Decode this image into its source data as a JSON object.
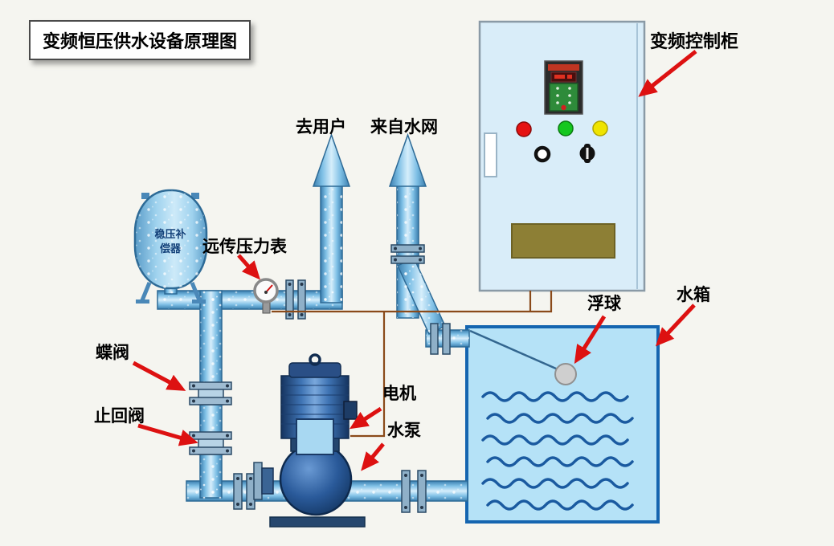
{
  "title_box": {
    "text": "变频恒压供水设备原理图"
  },
  "labels": {
    "to_users": "去用户",
    "from_network": "来自水网",
    "control_cabinet": "变频控制柜",
    "pressure_gauge": "远传压力表",
    "butterfly_valve": "蝶阀",
    "check_valve": "止回阀",
    "motor": "电机",
    "pump": "水泵",
    "float_ball": "浮球",
    "water_tank": "水箱"
  },
  "pressure_vessel": {
    "label_line1": "稳压补",
    "label_line2": "偿器"
  },
  "control_cabinet": {
    "indicator_lights": [
      {
        "name": "red",
        "color": "#e51212"
      },
      {
        "name": "green",
        "color": "#15c71f"
      },
      {
        "name": "yellow",
        "color": "#efe400"
      }
    ]
  },
  "colors": {
    "pipe_blue": "#5fa8d8",
    "pipe_edge": "#2d6a96",
    "tank_water": "#b5e2f7",
    "wave_blue": "#1a5aa0",
    "annotation_red": "#dd1111",
    "wire_brown": "#8a4a1a",
    "cabinet_panel": "#d9edf9",
    "cabinet_bottom_panel": "#8d7f35",
    "float_gray": "#cfcfcf"
  }
}
